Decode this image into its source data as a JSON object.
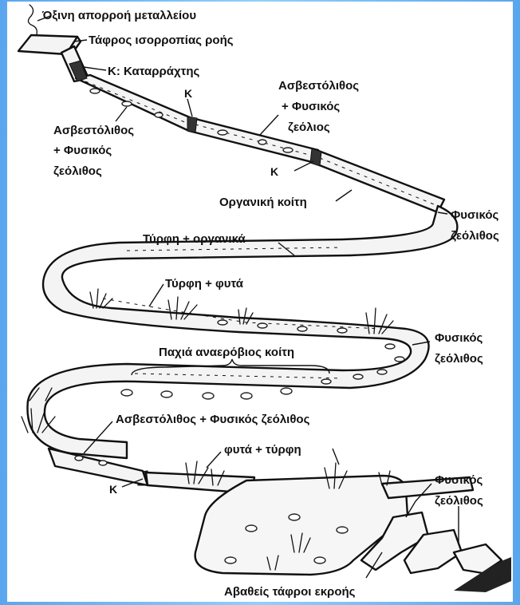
{
  "labels": {
    "source": "Όξινη απορροή μεταλλείου",
    "trench": "Τάφρος ισορροπίας ροής",
    "cascade_key": "Κ: Καταρράχτης",
    "k": "Κ",
    "limestone_zeolite_left_line1": "Ασβεστόλιθος",
    "limestone_zeolite_left_line2": "+ Φυσικός",
    "limestone_zeolite_left_line3": "ζεόλιθος",
    "limestone_zeolite_right_line1": "Ασβεστόλιθος",
    "limestone_zeolite_right_line2": "+ Φυσικός",
    "limestone_zeolite_right_line3": "ζεόλιος",
    "organic_bed": "Οργανική κοίτη",
    "zeolite_line1": "Φυσικός",
    "zeolite_line2": "ζεόλιθος",
    "peat_organics": "Τύρφη + οργανικά",
    "peat_plants": "Τύρφη + φυτά",
    "anaerobic_bed": "Παχιά αναερόβιος κοίτη",
    "limestone_zeolite_long": "Ασβεστόλιθος + Φυσικός ζεόλιθος",
    "plants_peat": "φυτά + τύρφη",
    "outflow": "Αβαθείς τάφροι εκροής"
  },
  "colors": {
    "background": "#6fb6f2",
    "panel": "#ffffff",
    "ink": "#111111"
  }
}
